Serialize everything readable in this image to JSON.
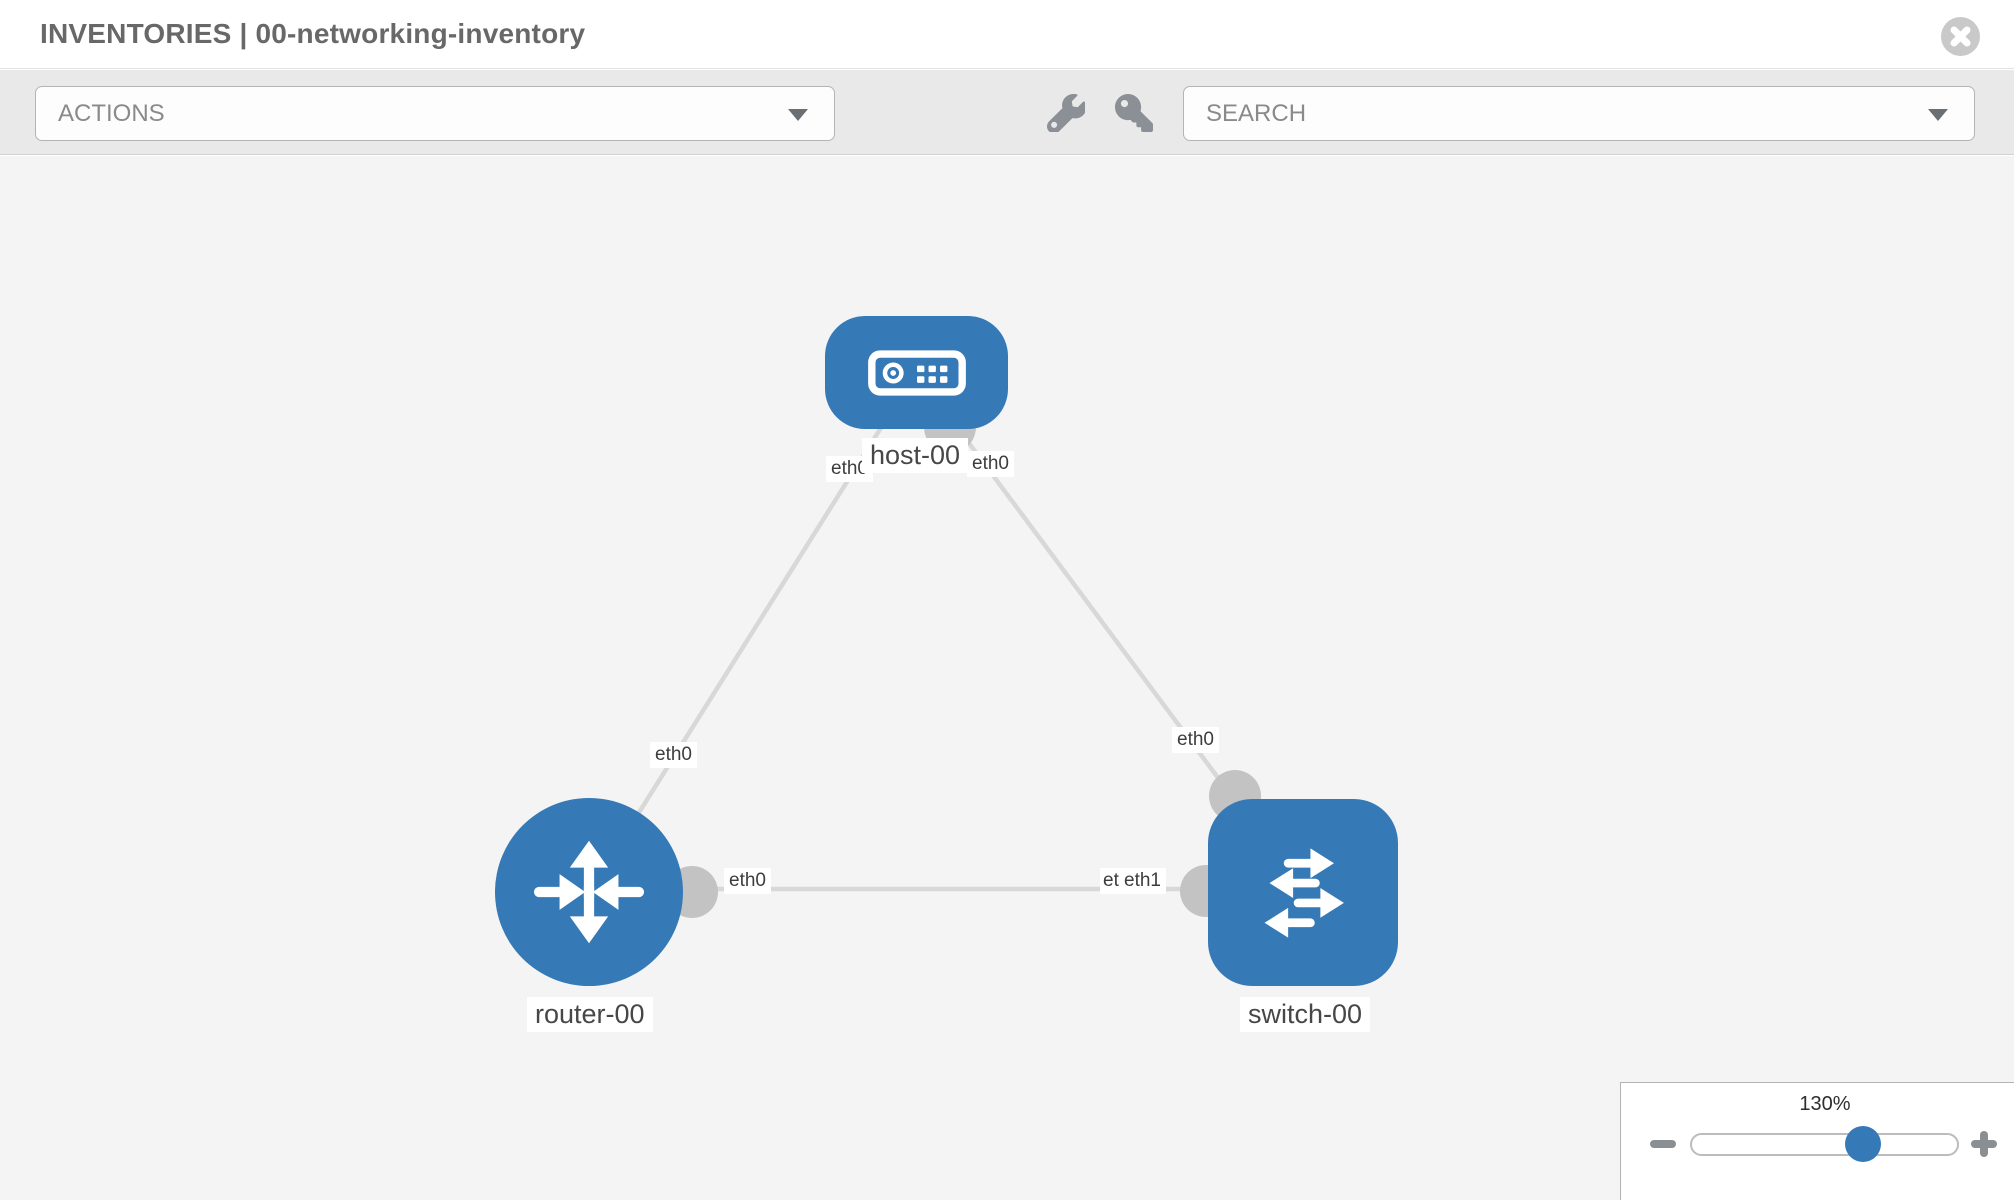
{
  "window": {
    "title": "INVENTORIES | 00-networking-inventory",
    "close_icon": "times-circle-icon"
  },
  "toolbar": {
    "actions_dropdown_label": "ACTIONS",
    "search_dropdown_label": "SEARCH",
    "wrench_icon": "wrench-icon",
    "key_icon": "key-icon",
    "caret_icon": "caret-down-icon"
  },
  "canvas": {
    "nodes": [
      {
        "label": "host-00",
        "type": "host",
        "icon": "host-icon"
      },
      {
        "label": "router-00",
        "type": "router",
        "icon": "router-icon"
      },
      {
        "label": "switch-00",
        "type": "switch",
        "icon": "switch-icon"
      }
    ],
    "links": [
      {
        "from": "host-00",
        "to": "router-00",
        "from_interface": "eth0",
        "to_interface": "eth0"
      },
      {
        "from": "host-00",
        "to": "switch-00",
        "from_interface": "eth0",
        "to_interface": "eth0"
      },
      {
        "from": "router-00",
        "to": "switch-00",
        "from_interface": "eth0",
        "to_interface": "eth1",
        "overlapped_interface": "eth0"
      }
    ]
  },
  "zoom_control": {
    "level": "130%",
    "minus_icon": "minus-icon",
    "plus_icon": "plus-icon"
  },
  "colors": {
    "node_fill": "#3679b7",
    "link_stroke": "#d8d8d8",
    "connector_fill": "#c3c3c3",
    "slider_thumb": "#3679b7",
    "icon_gray": "#8b9096"
  }
}
